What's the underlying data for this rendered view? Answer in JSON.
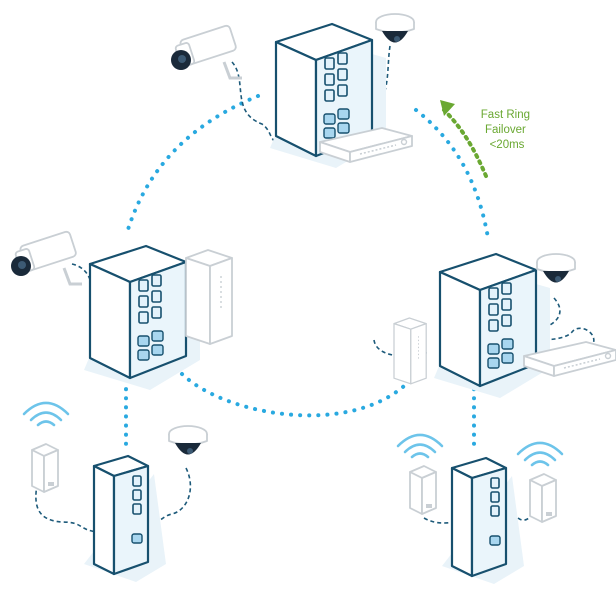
{
  "annotation": {
    "lines": [
      "Fast Ring",
      "Failover",
      "<20ms"
    ],
    "color": "#6aa832"
  },
  "colors": {
    "ring_link": "#29a9e0",
    "device_outline": "#17506e",
    "wifi": "#6dc4ea"
  },
  "icons": [
    "bullet-camera-icon",
    "dome-camera-icon",
    "nvr-recorder-icon",
    "industrial-switch-icon",
    "power-supply-icon",
    "wireless-access-point-icon"
  ]
}
